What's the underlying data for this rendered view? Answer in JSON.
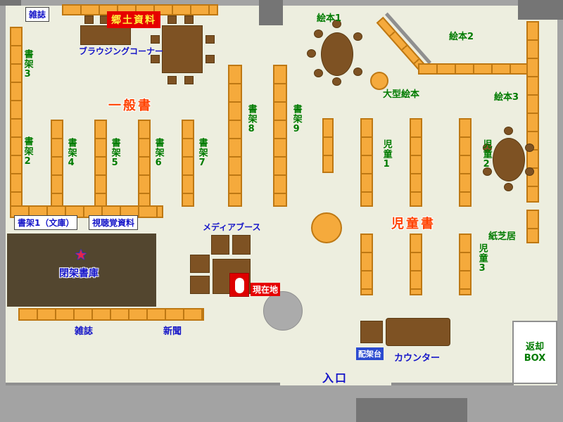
{
  "colors": {
    "floor": "#EDEEDF",
    "wall": "#A3A3A3",
    "wallDark": "#757575",
    "shelf": "#F5AA3C",
    "shelfBorder": "#BE7813",
    "table": "#7E5223",
    "tableBorder": "#5A3A12",
    "stacks": "#53462F",
    "blue": "#1515C8",
    "green": "#007B00",
    "sectionRed": "#FF4200",
    "labelRedBg": "#E60000",
    "labelYellow": "#FFF23C"
  },
  "labels": {
    "magazines_top": "雑誌",
    "local_materials": "郷土資料",
    "browsing_corner": "ブラウジングコーナー",
    "shelf3": "書架3",
    "shelf2": "書架2",
    "general_books": "一般書",
    "shelf4": "書架4",
    "shelf5": "書架5",
    "shelf6": "書架6",
    "shelf7": "書架7",
    "shelf8": "書架8",
    "shelf9": "書架9",
    "picture_books1": "絵本1",
    "picture_books2": "絵本2",
    "picture_books3": "絵本3",
    "large_picture_books": "大型絵本",
    "children1": "児童1",
    "children2": "児童2",
    "children3": "児童3",
    "children_books": "児童書",
    "kamishibai": "紙芝居",
    "shelf1_bunko": "書架1（文庫）",
    "audiovisual": "視聴覚資料",
    "media_booth": "メディアブース",
    "closed_stacks": "閉架書庫",
    "current_location": "現在地",
    "magazines_bottom": "雑誌",
    "newspapers": "新聞",
    "sorting_table": "配架台",
    "counter": "カウンター",
    "return_box_line1": "返却",
    "return_box_line2": "BOX",
    "entrance": "入口"
  },
  "icons": {
    "current_area_star": "★"
  }
}
